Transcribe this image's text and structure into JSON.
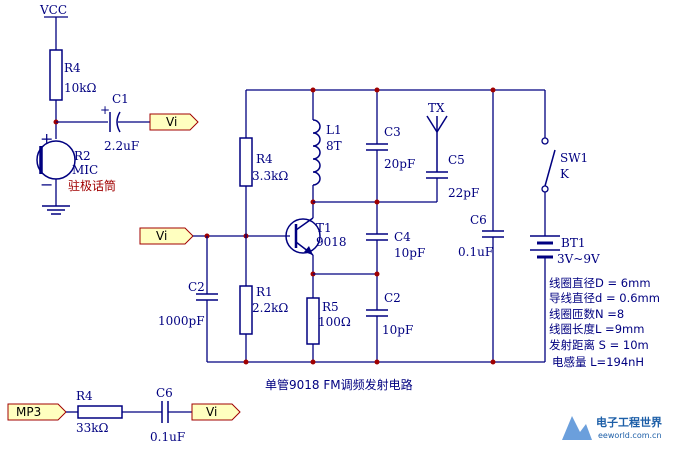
{
  "mic_section": {
    "vcc": "VCC",
    "r4_ref": "R4",
    "r4_value": "10kΩ",
    "c1_ref": "C1",
    "c1_value": "2.2uF",
    "c1_plus": "+",
    "mic_plus": "+",
    "mic_minus": "−",
    "r2_ref": "R2",
    "mic_label": "MIC",
    "mic_desc": "驻极话筒",
    "vi_port": "Vi"
  },
  "transmitter": {
    "vi_port": "Vi",
    "r4_ref": "R4",
    "r4_value": "3.3kΩ",
    "r1_ref": "R1",
    "r1_value": "2.2kΩ",
    "c2_left_ref": "C2",
    "c2_left_value": "1000pF",
    "l1_ref": "L1",
    "l1_value": "8T",
    "t1_ref": "T1",
    "t1_value": "9018",
    "r5_ref": "R5",
    "r5_value": "100Ω",
    "c3_ref": "C3",
    "c3_value": "20pF",
    "c4_ref": "C4",
    "c4_value": "10pF",
    "c2_right_ref": "C2",
    "c2_right_value": "10pF",
    "antenna_label": "TX",
    "c5_ref": "C5",
    "c5_value": "22pF",
    "c6_ref": "C6",
    "c6_value": "0.1uF",
    "sw_ref": "SW1",
    "sw_value": "K",
    "bt_ref": "BT1",
    "bt_value": "3V~9V"
  },
  "specs": [
    "线圈直径D = 6mm",
    "导线直径d = 0.6mm",
    "线圈匝数N =8",
    "线圈长度L =9mm",
    "发射距离 S = 10m",
    "电感量 L=194nH"
  ],
  "circuit_title": "单管9018 FM调频发射电路",
  "mp3_section": {
    "mp3_port": "MP3",
    "r4_ref": "R4",
    "r4_value": "33kΩ",
    "c6_ref": "C6",
    "c6_value": "0.1uF",
    "vi_port": "Vi"
  },
  "watermark": {
    "brand": "电子工程世界",
    "site": "eeworld.com.cn"
  },
  "colors": {
    "wire": "#000080",
    "junction": "#a00000",
    "port_fill": "#ffffc0"
  }
}
